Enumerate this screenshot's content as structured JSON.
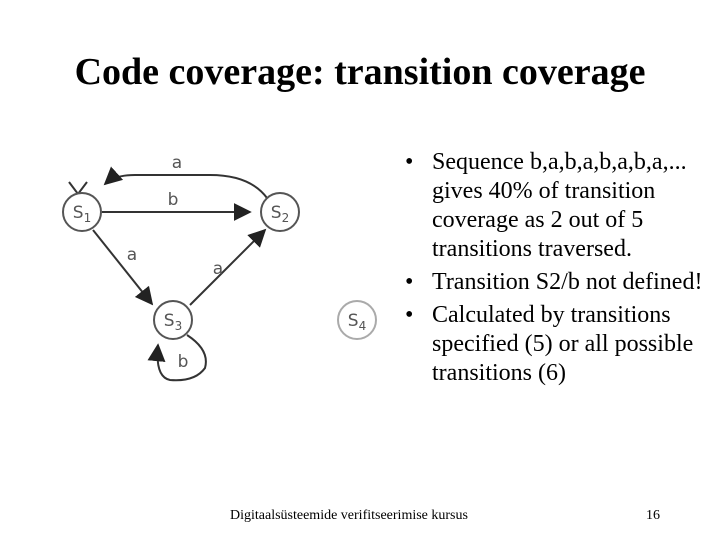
{
  "title": "Code coverage: transition coverage",
  "diagram": {
    "states": [
      {
        "id": "S1",
        "letter": "S",
        "sub": "1"
      },
      {
        "id": "S2",
        "letter": "S",
        "sub": "2"
      },
      {
        "id": "S3",
        "letter": "S",
        "sub": "3"
      },
      {
        "id": "S4",
        "letter": "S",
        "sub": "4"
      }
    ],
    "transitions": [
      {
        "from": "S2",
        "to": "S1",
        "label": "a"
      },
      {
        "from": "S1",
        "to": "S2",
        "label": "b"
      },
      {
        "from": "S1",
        "to": "S3",
        "label": "a"
      },
      {
        "from": "S3",
        "to": "S2",
        "label": "a"
      },
      {
        "from": "S3",
        "to": "S3",
        "label": "b"
      }
    ]
  },
  "bullets": [
    "Sequence b,a,b,a,b,a,b,a,... gives 40% of transition coverage as 2 out of 5 transitions traversed.",
    "Transition S2/b not defined!",
    "Calculated by transitions specified (5) or all possible transitions (6)"
  ],
  "footer": "Digitaalsüsteemide verifitseerimise kursus",
  "page_number": "16"
}
